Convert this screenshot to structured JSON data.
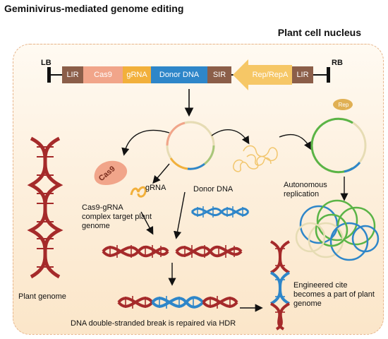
{
  "title": "Geminivirus-mediated genome editing",
  "nucleus_label": "Plant cell nucleus",
  "construct": {
    "lb": "LB",
    "rb": "RB",
    "segments": [
      {
        "label": "LIR",
        "color": "#8b5e49"
      },
      {
        "label": "Cas9",
        "color": "#f1a58a"
      },
      {
        "label": "gRNA",
        "color": "#f2b03b"
      },
      {
        "label": "Donor DNA",
        "color": "#2e86c9"
      },
      {
        "label": "SIR",
        "color": "#8b5e49"
      },
      {
        "label": "Rep/RepA",
        "color": "#f6c766"
      },
      {
        "label": "LIR",
        "color": "#8b5e49"
      }
    ]
  },
  "labels": {
    "cas9": "Cas9",
    "grna": "gRNA",
    "donor_dna": "Donor DNA",
    "rep": "Rep",
    "autonomous": "Autonomous replication",
    "complex": "Cas9-gRNA complex target plant genome",
    "plant_genome": "Plant genome",
    "engineered": "Engineered cite becomes a part of plant genome",
    "hdr": "DNA double-stranded break is repaired via HDR"
  },
  "colors": {
    "dna_red": "#a52a2a",
    "dna_blue": "#2e86c9",
    "green": "#5ab446",
    "beige": "#e6dcb4"
  }
}
